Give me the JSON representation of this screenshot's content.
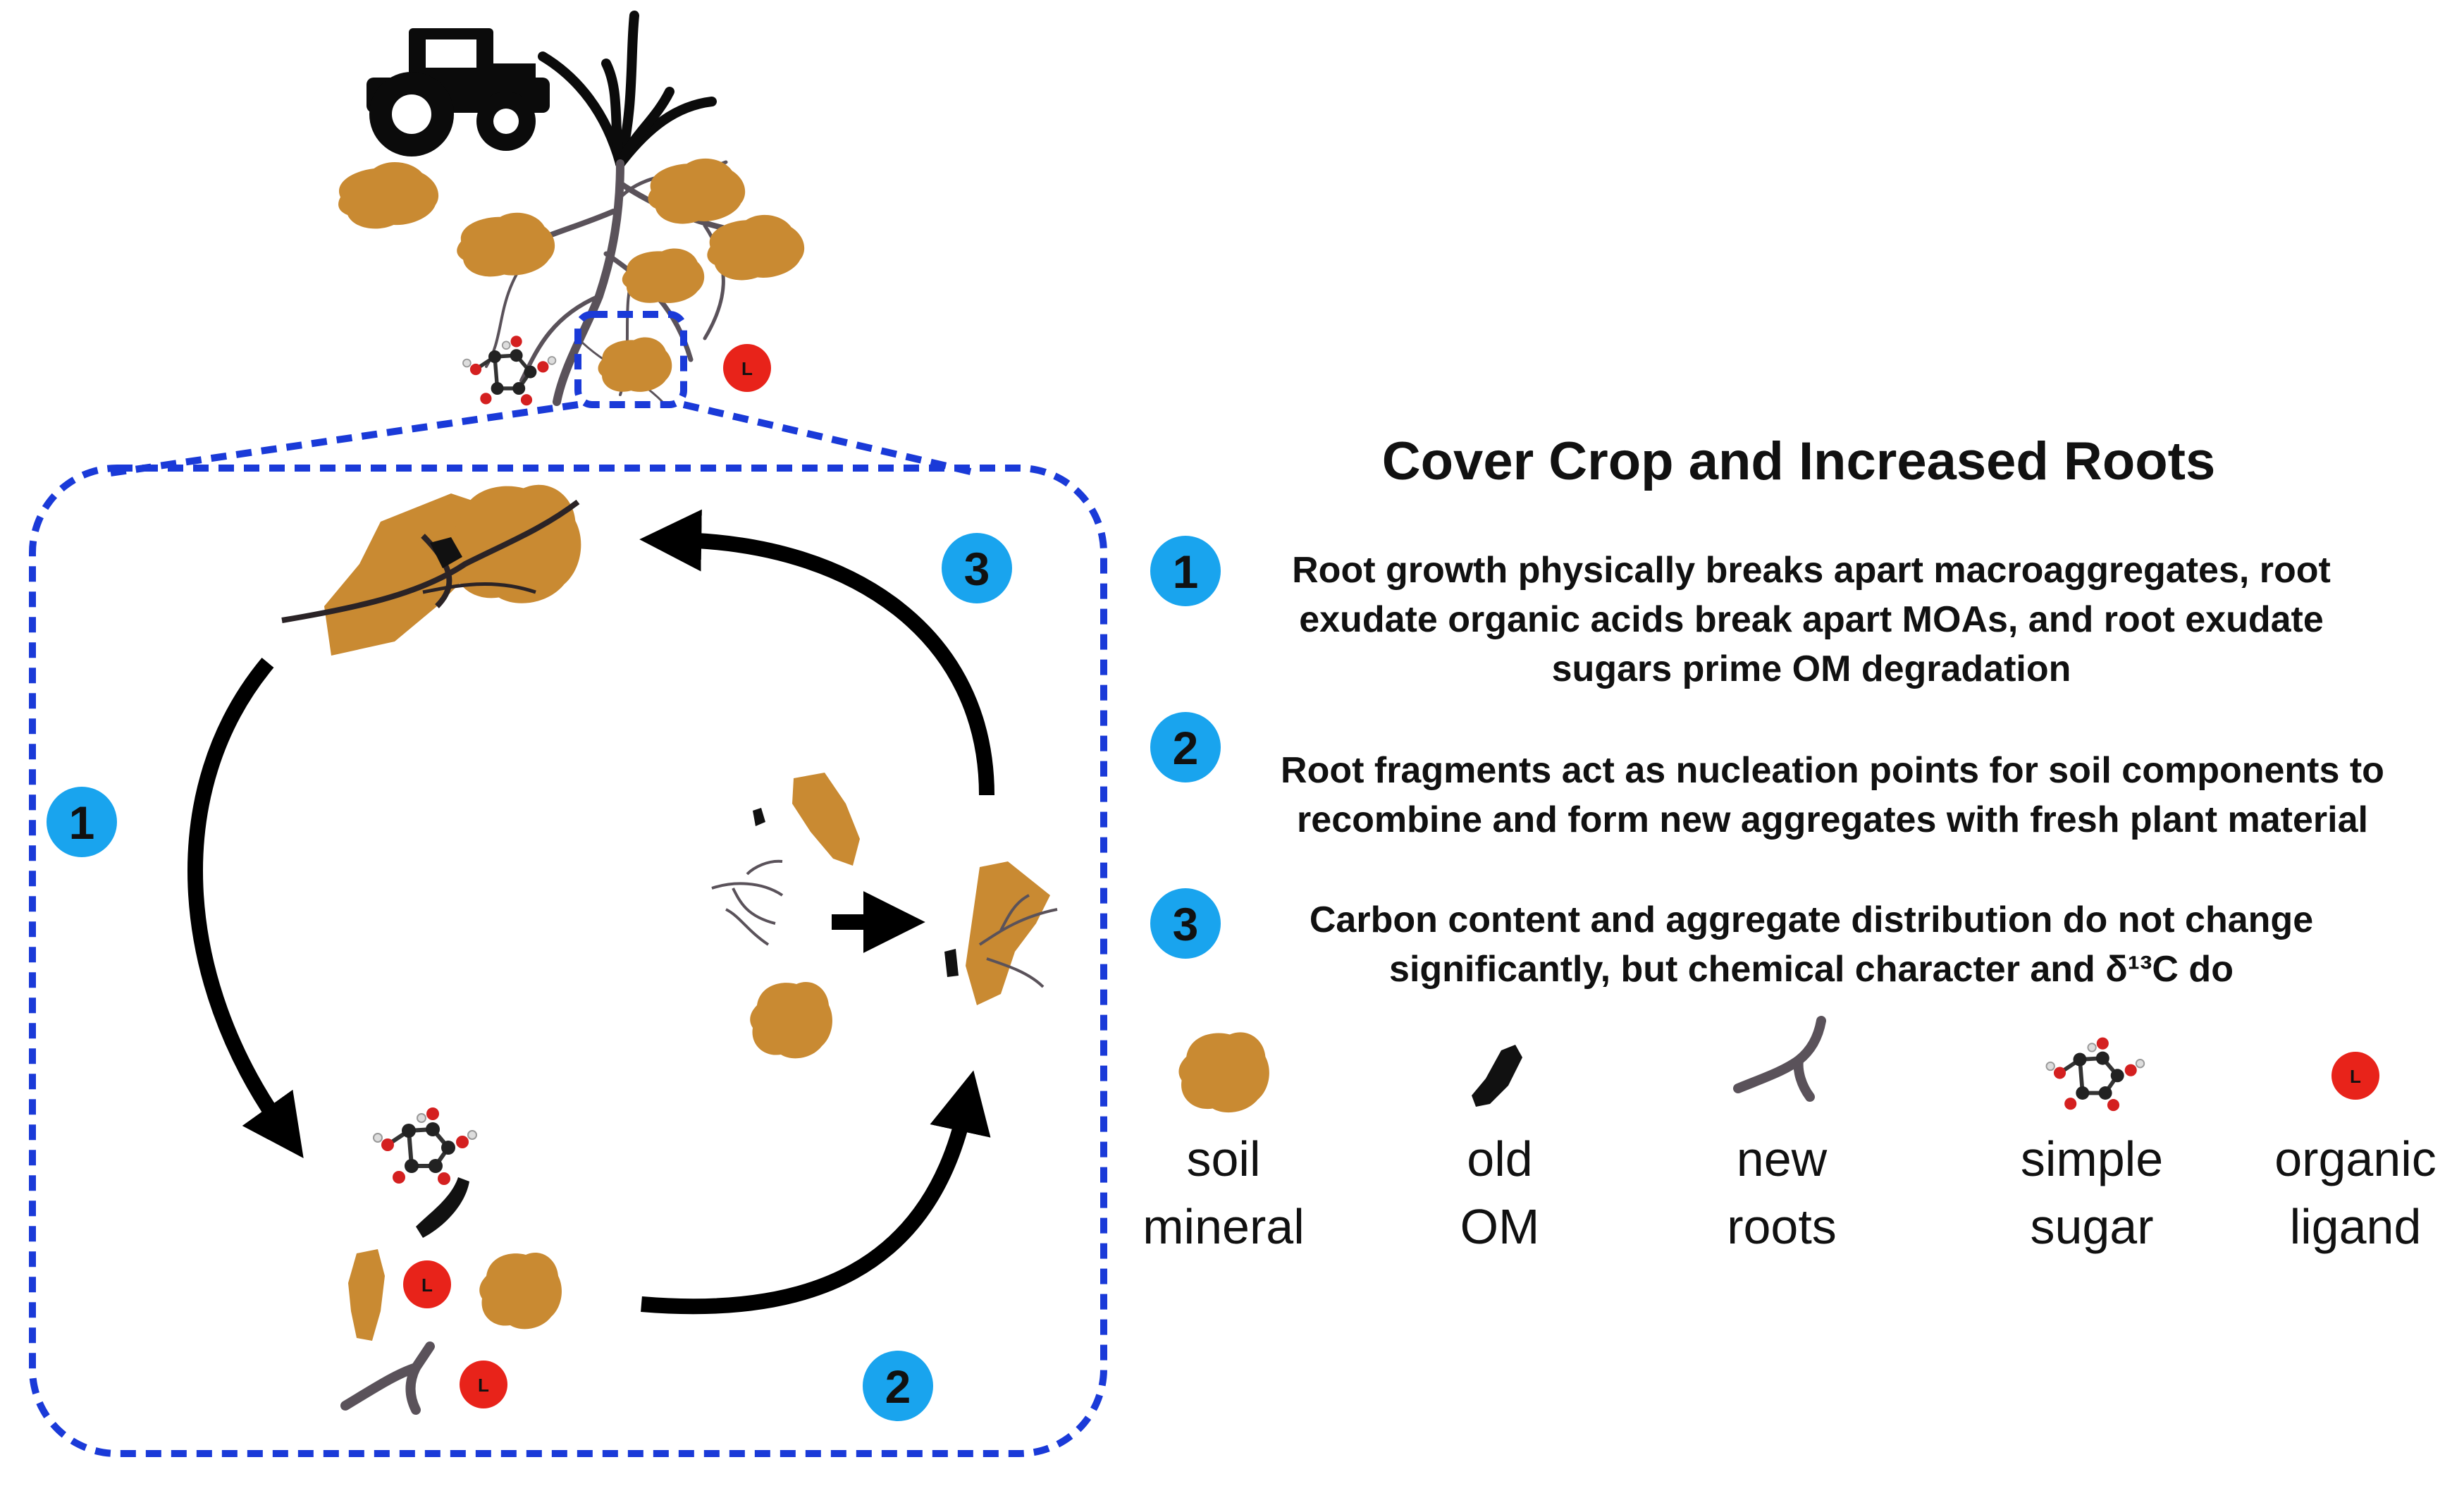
{
  "title": "Cover Crop and Increased Roots",
  "steps": [
    {
      "number": "1",
      "lines": [
        "Root growth physically breaks apart macroaggregates, root",
        "exudate organic acids break apart MOAs, and root exudate",
        "sugars prime OM degradation"
      ]
    },
    {
      "number": "2",
      "lines": [
        "Root fragments act as nucleation points for soil components to",
        "recombine and form new aggregates with fresh plant material"
      ]
    },
    {
      "number": "3",
      "lines": [
        "Carbon content and aggregate distribution do not change",
        "significantly, but chemical character and δ¹³C do"
      ]
    }
  ],
  "cycle_badges": [
    "1",
    "2",
    "3"
  ],
  "ligand_label": "L",
  "legend": [
    {
      "icon": "soil-mineral-icon",
      "lines": [
        "soil",
        "mineral"
      ]
    },
    {
      "icon": "old-om-icon",
      "lines": [
        "old",
        "OM"
      ]
    },
    {
      "icon": "new-roots-icon",
      "lines": [
        "new",
        "roots"
      ]
    },
    {
      "icon": "simple-sugar-icon",
      "lines": [
        "simple",
        "sugar"
      ]
    },
    {
      "icon": "organic-ligand-icon",
      "lines": [
        "organic",
        "ligand"
      ]
    }
  ],
  "colors": {
    "mineral": "#c98a32",
    "badge": "#19a4ee",
    "ligand": "#e8231a",
    "dashed_border": "#1a3ad8",
    "root": "#5a525a"
  }
}
